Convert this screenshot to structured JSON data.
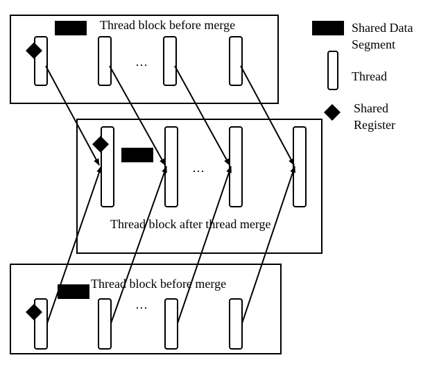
{
  "blocks": {
    "top": {
      "title": "Thread block before merge"
    },
    "middle": {
      "title": "Thread block after thread merge"
    },
    "bottom": {
      "title": "Thread block before merge"
    }
  },
  "ellipsis": "…",
  "legend": {
    "shared_data_segment": [
      "Shared Data",
      "Segment"
    ],
    "thread": "Thread",
    "shared_register": [
      "Shared",
      "Register"
    ]
  }
}
